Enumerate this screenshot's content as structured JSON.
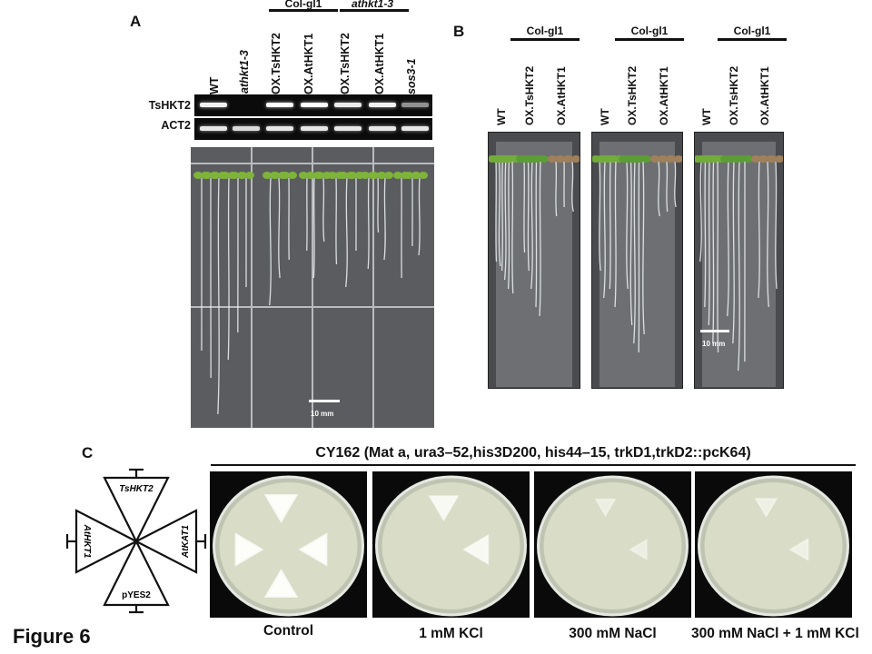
{
  "figure": {
    "label": "Figure 6"
  },
  "panel_a": {
    "letter": "A",
    "lanes": [
      {
        "label": "WT",
        "italic": false
      },
      {
        "label": "athkt1-3",
        "italic": true
      },
      {
        "label": "OX.TsHKT2",
        "italic": false
      },
      {
        "label": "OX.AtHKT1",
        "italic": false
      },
      {
        "label": "OX.TsHKT2",
        "italic": false
      },
      {
        "label": "OX.AtHKT1",
        "italic": false
      },
      {
        "label": "sos3-1",
        "italic": true
      }
    ],
    "group_labels": [
      "Col-gl1",
      "athkt1-3"
    ],
    "gel_rows": [
      "TsHKT2",
      "ACT2"
    ],
    "tshkt2_band_intensity": [
      0.95,
      0.0,
      1.0,
      1.0,
      0.92,
      0.95,
      0.55
    ],
    "act2_band_intensity": [
      0.9,
      0.85,
      0.9,
      0.9,
      0.9,
      0.9,
      0.9
    ],
    "scale_bar": "10 mm"
  },
  "panel_b": {
    "letter": "B",
    "groups": [
      {
        "group_label": "Col-gl1",
        "lanes": [
          "WT",
          "OX.TsHKT2",
          "OX.AtHKT1"
        ]
      },
      {
        "group_label": "Col-gl1",
        "lanes": [
          "WT",
          "OX.TsHKT2",
          "OX.AtHKT1"
        ]
      },
      {
        "group_label": "Col-gl1",
        "lanes": [
          "WT",
          "OX.TsHKT2",
          "OX.AtHKT1"
        ]
      }
    ],
    "scale_bar": "10 mm"
  },
  "panel_c": {
    "letter": "C",
    "strain_title": "CY162 (Mat a, ura3–52,his3D200, his44–15, trkD1,trkD2::pcK64)",
    "diagram_labels": [
      "TsHKT2",
      "AtKAT1",
      "pYES2",
      "AtHKT1"
    ],
    "plates": [
      {
        "caption": "Control",
        "growth": [
          1,
          1,
          1,
          1
        ]
      },
      {
        "caption": "1 mM KCl",
        "growth": [
          0.8,
          0.8,
          0.0,
          0.0
        ]
      },
      {
        "caption": "300 mM NaCl",
        "growth": [
          0.25,
          0.25,
          0.0,
          0.0
        ]
      },
      {
        "caption": "300 mM NaCl + 1 mM KCl",
        "growth": [
          0.35,
          0.35,
          0.0,
          0.0
        ]
      }
    ]
  }
}
